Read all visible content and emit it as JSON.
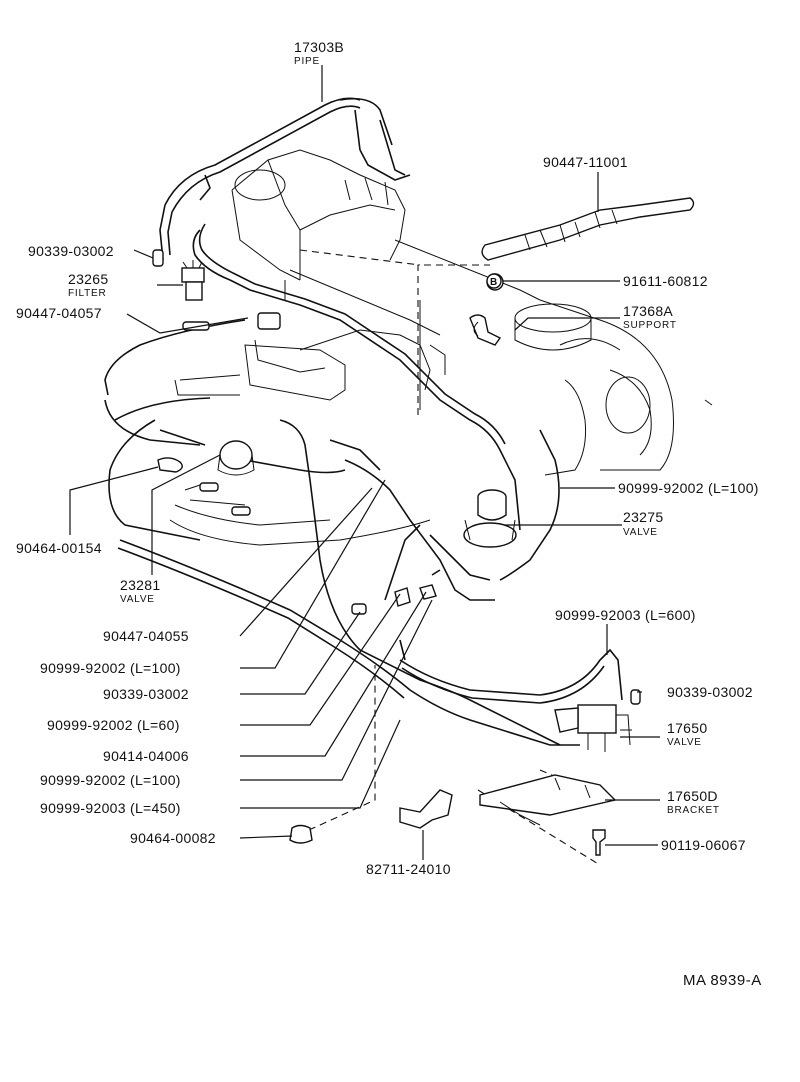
{
  "parts": [
    {
      "id": "17303B",
      "desc": "PIPE"
    },
    {
      "id": "90447-11001"
    },
    {
      "id": "90339-03002"
    },
    {
      "id": "23265",
      "desc": "FILTER"
    },
    {
      "id": "91611-60812"
    },
    {
      "id": "90447-04057"
    },
    {
      "id": "17368A",
      "desc": "SUPPORT"
    },
    {
      "id": "90999-92002 (L=100)"
    },
    {
      "id": "23275",
      "desc": "VALVE"
    },
    {
      "id": "90464-00154"
    },
    {
      "id": "23281",
      "desc": "VALVE"
    },
    {
      "id": "90999-92003 (L=600)"
    },
    {
      "id": "90447-04055"
    },
    {
      "id": "90999-92002 (L=100)"
    },
    {
      "id": "90339-03002"
    },
    {
      "id": "90339-03002"
    },
    {
      "id": "17650",
      "desc": "VALVE"
    },
    {
      "id": "90999-92002 (L=60)"
    },
    {
      "id": "90414-04006"
    },
    {
      "id": "90999-92002 (L=100)"
    },
    {
      "id": "17650D",
      "desc": "BRACKET"
    },
    {
      "id": "90999-92003 (L=450)"
    },
    {
      "id": "90464-00082"
    },
    {
      "id": "90119-06067"
    },
    {
      "id": "82711-24010"
    }
  ],
  "callout_symbol": "B",
  "drawing_ref": "MA 8939-A"
}
